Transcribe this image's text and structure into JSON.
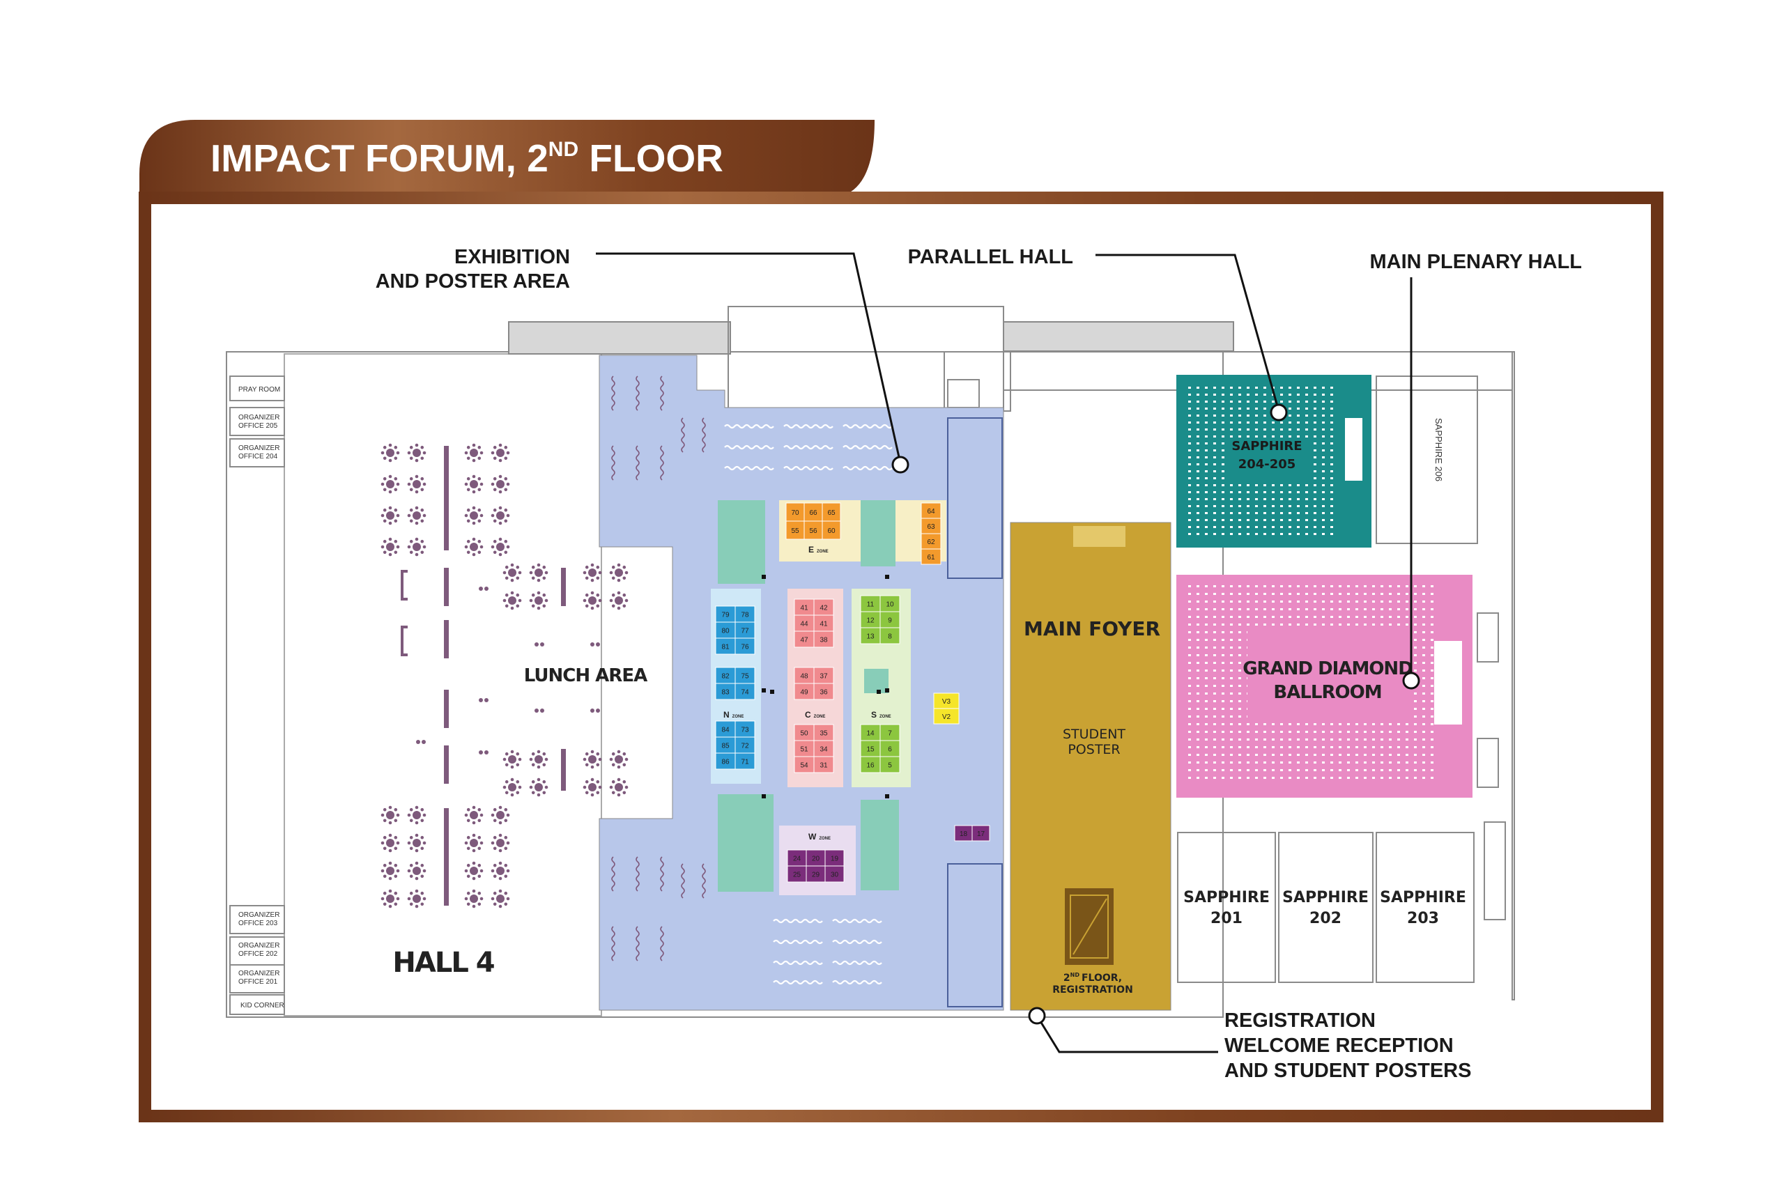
{
  "header": {
    "title_main": "IMPACT FORUM, 2",
    "title_sup": "ND",
    "title_end": " FLOOR"
  },
  "callouts": {
    "exhibition": [
      "EXHIBITION",
      "AND POSTER AREA"
    ],
    "parallel": "PARALLEL HALL",
    "plenary": "MAIN PLENARY HALL",
    "registration": [
      "REGISTRATION",
      "WELCOME RECEPTION",
      "AND STUDENT POSTERS"
    ]
  },
  "rooms": {
    "pray_room": "PRAY ROOM",
    "org_205": [
      "ORGANIZER",
      "OFFICE 205"
    ],
    "org_204": [
      "ORGANIZER",
      "OFFICE 204"
    ],
    "org_203": [
      "ORGANIZER",
      "OFFICE 203"
    ],
    "org_202": [
      "ORGANIZER",
      "OFFICE 202"
    ],
    "org_201": [
      "ORGANIZER",
      "OFFICE 201"
    ],
    "kid_corner": "KID CORNER",
    "hall4": "HALL 4",
    "lunch": "LUNCH AREA",
    "sapphire_204_205": [
      "SAPPHIRE",
      "204-205"
    ],
    "sapphire_206": "SAPPHIRE 206",
    "grand_diamond": [
      "GRAND DIAMOND",
      "BALLROOM"
    ],
    "main_foyer": "MAIN FOYER",
    "student_poster": [
      "STUDENT",
      "POSTER"
    ],
    "registration_floor": [
      "2",
      "ND",
      "FLOOR,",
      "REGISTRATION"
    ],
    "sapphire_201": [
      "SAPPHIRE",
      "201"
    ],
    "sapphire_202": [
      "SAPPHIRE",
      "202"
    ],
    "sapphire_203": [
      "SAPPHIRE",
      "203"
    ]
  },
  "zones": {
    "E": {
      "label": "E",
      "sub": "ZONE",
      "color": "#F39A2C",
      "rows": [
        [
          "70",
          "66",
          "65"
        ],
        [
          "55",
          "56",
          "60"
        ]
      ],
      "side": [
        "64",
        "63",
        "62",
        "61"
      ]
    },
    "N": {
      "label": "N",
      "sub": "ZONE",
      "color": "#2B9BD6",
      "blocks": [
        [
          [
            "79",
            "78"
          ],
          [
            "80",
            "77"
          ],
          [
            "81",
            "76"
          ]
        ],
        [
          [
            "82",
            "75"
          ],
          [
            "83",
            "74"
          ]
        ],
        [
          [
            "84",
            "73"
          ],
          [
            "85",
            "72"
          ],
          [
            "86",
            "71"
          ]
        ]
      ]
    },
    "C": {
      "label": "C",
      "sub": "ZONE",
      "color": "#F08A8E",
      "blocks": [
        [
          [
            "41",
            "42"
          ],
          [
            "44",
            "41"
          ],
          [
            "47",
            "38"
          ]
        ],
        [
          [
            "48",
            "37"
          ],
          [
            "49",
            "36"
          ]
        ],
        [
          [
            "50",
            "35"
          ],
          [
            "51",
            "34"
          ],
          [
            "54",
            "31"
          ]
        ]
      ]
    },
    "S": {
      "label": "S",
      "sub": "ZONE",
      "color": "#8CC63F",
      "blocks": [
        [
          [
            "11",
            "10"
          ],
          [
            "12",
            "9"
          ],
          [
            "13",
            "8"
          ]
        ],
        [
          [
            "14",
            "7"
          ],
          [
            "15",
            "6"
          ],
          [
            "16",
            "5"
          ]
        ]
      ]
    },
    "W": {
      "label": "W",
      "sub": "ZONE",
      "color": "#7B2D7B",
      "rows": [
        [
          "24",
          "20",
          "19"
        ],
        [
          "25",
          "29",
          "30"
        ]
      ]
    },
    "V": [
      "V3",
      "V2"
    ],
    "extra": [
      "18",
      "17"
    ]
  },
  "colors": {
    "brand_brown": "#7A3E1E",
    "exhibition_bg": "#B8C7EA",
    "foyer": "#C9A233",
    "sapphire_teal": "#1A8C8A",
    "ballroom_pink": "#E98BC4",
    "table_purple": "#7E5A7C"
  }
}
